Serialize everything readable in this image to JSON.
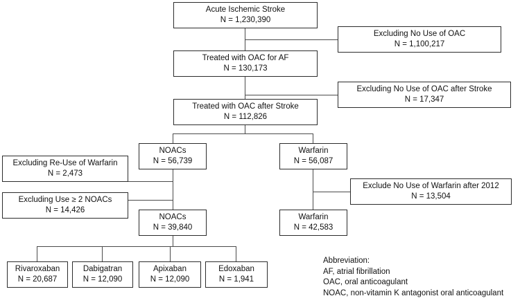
{
  "diagram": {
    "title": "Acute Ischemic Stroke patient selection flow diagram",
    "line_color": "#4a4a4a",
    "border_color": "#2b2b2b",
    "background": "#ffffff"
  },
  "nodes": {
    "acute_ischemic_stroke": {
      "label": "Acute Ischemic Stroke",
      "count": "N = 1,230,390"
    },
    "excluding_no_use_oac": {
      "label": "Excluding No Use of OAC",
      "count": "N = 1,100,217"
    },
    "treated_oac_af": {
      "label": "Treated with OAC for AF",
      "count": "N = 130,173"
    },
    "excluding_no_use_oac_after_stroke": {
      "label": "Excluding No Use of OAC after Stroke",
      "count": "N = 17,347"
    },
    "treated_oac_after_stroke": {
      "label": "Treated with OAC after Stroke",
      "count": "N = 112,826"
    },
    "noacs_initial": {
      "label": "NOACs",
      "count": "N = 56,739"
    },
    "warfarin_initial": {
      "label": "Warfarin",
      "count": "N = 56,087"
    },
    "excluding_reuse_warfarin": {
      "label": "Excluding Re-Use of Warfarin",
      "count": "N = 2,473"
    },
    "excluding_use_2_noacs": {
      "label": "Excluding Use ≥ 2 NOACs",
      "count": "N = 14,426"
    },
    "exclude_no_use_warfarin_2012": {
      "label": "Exclude No Use of Warfarin after 2012",
      "count": "N = 13,504"
    },
    "noacs_final": {
      "label": "NOACs",
      "count": "N = 39,840"
    },
    "warfarin_final": {
      "label": "Warfarin",
      "count": "N = 42,583"
    },
    "rivaroxaban": {
      "label": "Rivaroxaban",
      "count": "N = 20,687"
    },
    "dabigatran": {
      "label": "Dabigatran",
      "count": "N = 12,090"
    },
    "apixaban": {
      "label": "Apixaban",
      "count": "N = 12,090"
    },
    "edoxaban": {
      "label": "Edoxaban",
      "count": "N = 1,941"
    }
  },
  "legend": {
    "heading": "Abbreviation:",
    "line_af": "AF, atrial fibrillation",
    "line_oac": "OAC, oral anticoagulant",
    "line_noac": "NOAC, non-vitamin K antagonist oral anticoagulant"
  },
  "chart_data": {
    "type": "diagram",
    "title": "Patient selection flow (CONSORT-style)",
    "steps": [
      {
        "id": "acute_ischemic_stroke",
        "label": "Acute Ischemic Stroke",
        "n": 1230390
      },
      {
        "id": "excluding_no_use_oac",
        "label": "Excluding No Use of OAC",
        "n": 1100217,
        "kind": "exclusion"
      },
      {
        "id": "treated_oac_af",
        "label": "Treated with OAC for AF",
        "n": 130173
      },
      {
        "id": "excluding_no_use_oac_after_stroke",
        "label": "Excluding No Use of OAC after Stroke",
        "n": 17347,
        "kind": "exclusion"
      },
      {
        "id": "treated_oac_after_stroke",
        "label": "Treated with OAC after Stroke",
        "n": 112826
      },
      {
        "id": "noacs_initial",
        "label": "NOACs",
        "n": 56739
      },
      {
        "id": "warfarin_initial",
        "label": "Warfarin",
        "n": 56087
      },
      {
        "id": "excluding_reuse_warfarin",
        "label": "Excluding Re-Use of Warfarin",
        "n": 2473,
        "kind": "exclusion"
      },
      {
        "id": "excluding_use_2_noacs",
        "label": "Excluding Use ≥ 2 NOACs",
        "n": 14426,
        "kind": "exclusion"
      },
      {
        "id": "exclude_no_use_warfarin_2012",
        "label": "Exclude No Use of Warfarin after 2012",
        "n": 13504,
        "kind": "exclusion"
      },
      {
        "id": "noacs_final",
        "label": "NOACs",
        "n": 39840
      },
      {
        "id": "warfarin_final",
        "label": "Warfarin",
        "n": 42583
      },
      {
        "id": "rivaroxaban",
        "label": "Rivaroxaban",
        "n": 20687
      },
      {
        "id": "dabigatran",
        "label": "Dabigatran",
        "n": 12090
      },
      {
        "id": "apixaban",
        "label": "Apixaban",
        "n": 12090
      },
      {
        "id": "edoxaban",
        "label": "Edoxaban",
        "n": 1941
      }
    ],
    "edges": [
      [
        "acute_ischemic_stroke",
        "excluding_no_use_oac"
      ],
      [
        "acute_ischemic_stroke",
        "treated_oac_af"
      ],
      [
        "treated_oac_af",
        "excluding_no_use_oac_after_stroke"
      ],
      [
        "treated_oac_af",
        "treated_oac_after_stroke"
      ],
      [
        "treated_oac_after_stroke",
        "noacs_initial"
      ],
      [
        "treated_oac_after_stroke",
        "warfarin_initial"
      ],
      [
        "noacs_initial",
        "excluding_reuse_warfarin"
      ],
      [
        "noacs_initial",
        "excluding_use_2_noacs"
      ],
      [
        "noacs_initial",
        "noacs_final"
      ],
      [
        "warfarin_initial",
        "exclude_no_use_warfarin_2012"
      ],
      [
        "warfarin_initial",
        "warfarin_final"
      ],
      [
        "noacs_final",
        "rivaroxaban"
      ],
      [
        "noacs_final",
        "dabigatran"
      ],
      [
        "noacs_final",
        "apixaban"
      ],
      [
        "noacs_final",
        "edoxaban"
      ]
    ]
  }
}
